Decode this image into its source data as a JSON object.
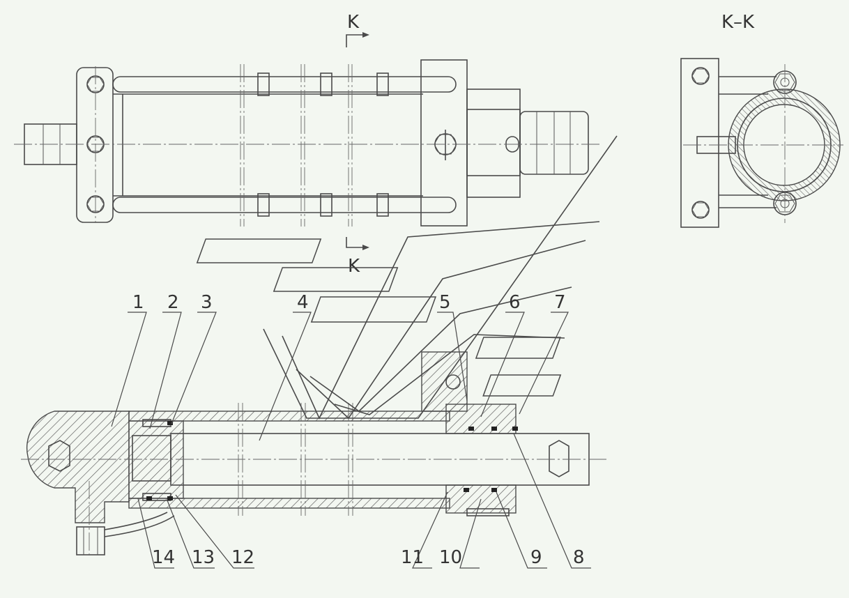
{
  "section_marks": {
    "top_arrow": "K",
    "bottom_arrow": "K",
    "section_view_title": "K–K"
  },
  "part_labels": [
    "1",
    "2",
    "3",
    "4",
    "5",
    "6",
    "7",
    "8",
    "9",
    "10",
    "11",
    "12",
    "13",
    "14"
  ],
  "colors": {
    "paper": "#f3f7f1",
    "line": "#4a4a4a"
  }
}
